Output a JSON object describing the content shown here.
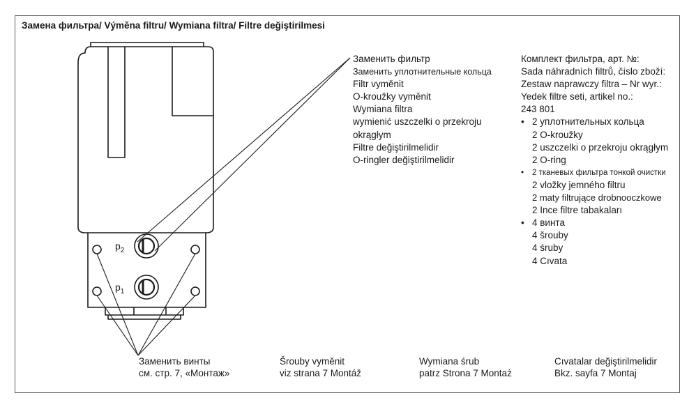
{
  "title": "Замена фильтра/ Výměna filtru/ Wymiana filtra/ Filtre değiştirilmesi",
  "replace_filter": {
    "lines": [
      "Заменить фильтр",
      "Заменить уплотнительные кольца",
      "Filtr vyměnit",
      "O-kroužky vyměnit",
      "Wymiana filtra",
      "wymienić uszczelki o przekroju",
      "okrągłym",
      "Filtre değiştirilmelidir",
      "O-ringler değiştirilmelidir"
    ]
  },
  "filter_kit": {
    "header_lines": [
      "Комплект фильтра, арт. №:",
      "Sada náhradních filtrů, číslo zboží:",
      "Zestaw naprawczy filtra – Nr wyr.:",
      "Yedek filtre seti, artikel no.:"
    ],
    "part_number": "243 801",
    "groups": [
      {
        "bullet": "2 уплотнительных кольца",
        "lines": [
          "2 O-kroužky",
          "2 uszczelki o przekroju okrągłym",
          "2 O-ring"
        ]
      },
      {
        "bullet": "2 тканевых фильтра тонкой очистки",
        "lines": [
          "2 vložky jemného filtru",
          "2 maty filtrujące drobnooczkowe",
          "2 Ince filtre tabakaları"
        ]
      },
      {
        "bullet": "4 винта",
        "lines": [
          "4 šrouby",
          "4 śruby",
          "4 Cıvata"
        ]
      }
    ]
  },
  "port_labels": {
    "p2": {
      "base": "p",
      "sub": "2"
    },
    "p1": {
      "base": "p",
      "sub": "1"
    }
  },
  "footer": {
    "ru": {
      "line1": "Заменить винты",
      "line2": "см. стр. 7, «Монтаж»"
    },
    "cs": {
      "line1": "Šrouby vyměnit",
      "line2": "viz strana 7 Montáž"
    },
    "pl": {
      "line1": "Wymiana śrub",
      "line2": "patrz Strona 7 Montaż"
    },
    "tr": {
      "line1": "Cıvatalar değiştirilmelidir",
      "line2": "Bkz. sayfa 7 Montaj"
    }
  }
}
